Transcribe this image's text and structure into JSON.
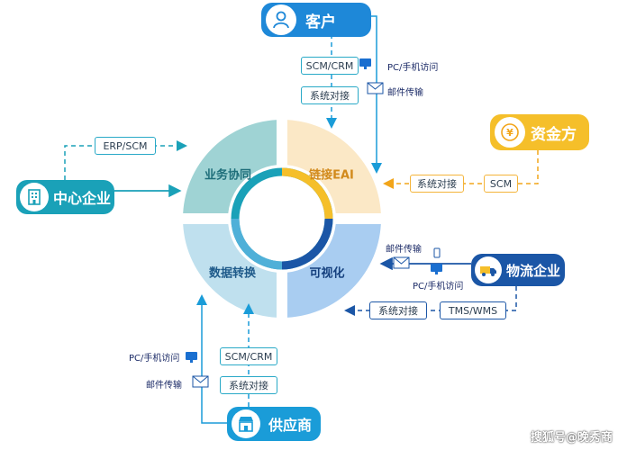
{
  "nodes": {
    "customer": "客户",
    "finance": "资金方",
    "center": "中心企业",
    "logistics": "物流企业",
    "supplier": "供应商"
  },
  "segments": {
    "business": "业务协同",
    "eai": "链接EAI",
    "data": "数据转换",
    "visual": "可视化"
  },
  "tags": {
    "customer_scm_crm": "SCM/CRM",
    "customer_sys": "系统对接",
    "center_erp": "ERP/SCM",
    "finance_sys": "系统对接",
    "finance_scm": "SCM",
    "logistics_sys": "系统对接",
    "logistics_tms": "TMS/WMS",
    "supplier_scm_crm": "SCM/CRM",
    "supplier_sys": "系统对接"
  },
  "notes": {
    "customer_pc": "PC/手机访问",
    "customer_mail": "邮件传输",
    "logistics_mail": "邮件传输",
    "logistics_pc": "PC/手机访问",
    "supplier_pc": "PC/手机访问",
    "supplier_mail": "邮件传输"
  },
  "watermark": "搜狐号@晚秀商",
  "colors": {
    "teal": "#1aa1b8",
    "blue_node": "#1e88d8",
    "yellow_node": "#f5bf2a",
    "navy_node": "#1b56a6",
    "business": "#9fd3d4",
    "eai": "#fbe8c6",
    "data": "#bfe0ee",
    "visual": "#a9cdf1"
  }
}
